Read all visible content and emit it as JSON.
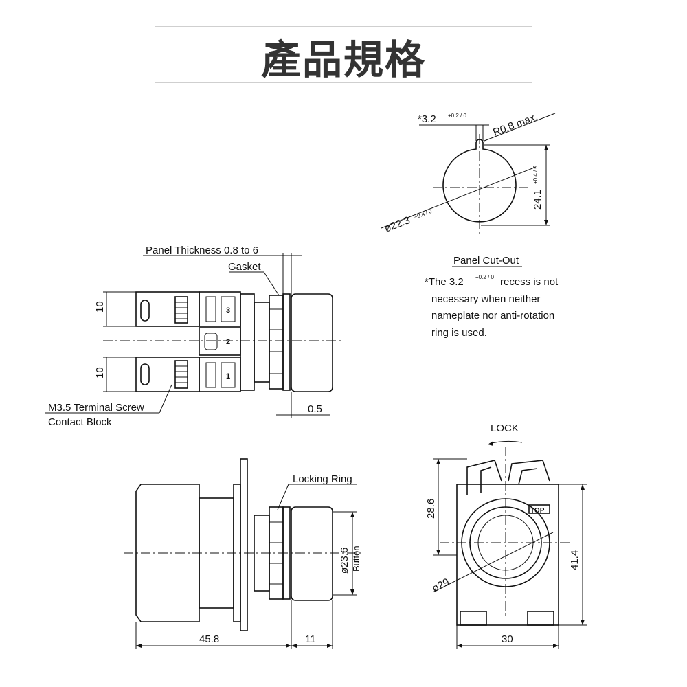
{
  "title": "產品規格",
  "cutout": {
    "slot_width": "*3.2",
    "slot_tol": "+0.2 / 0",
    "radius": "R0.8 max.",
    "diameter": "ø22.3",
    "diameter_tol": "+0.4 / 0",
    "height": "24.1",
    "height_tol": "+0.4 / 0",
    "caption": "Panel Cut-Out"
  },
  "note": {
    "prefix": "*The 3.2",
    "tol": "+0.2 / 0",
    "line1_rest": "recess is not",
    "line2": "necessary when neither",
    "line3": "nameplate nor anti-rotation",
    "line4": "ring is used."
  },
  "side_view": {
    "panel_thickness": "Panel Thickness 0.8 to 6",
    "gasket": "Gasket",
    "dim_top": "10",
    "dim_bottom": "10",
    "terminal_screw": "M3.5 Terminal Screw",
    "contact_block": "Contact Block",
    "dim_gap": "0.5",
    "terminal_numbers": [
      "3",
      "2",
      "1"
    ]
  },
  "bottom_view": {
    "locking_ring": "Locking Ring",
    "button_dia": "ø23.6",
    "button_label": "Button",
    "len_body": "45.8",
    "len_button": "11"
  },
  "front_view": {
    "lock": "LOCK",
    "top_mark": "TOP",
    "dim_upper": "28.6",
    "dim_height": "41.4",
    "dim_dia": "ø29",
    "dim_width": "30"
  }
}
